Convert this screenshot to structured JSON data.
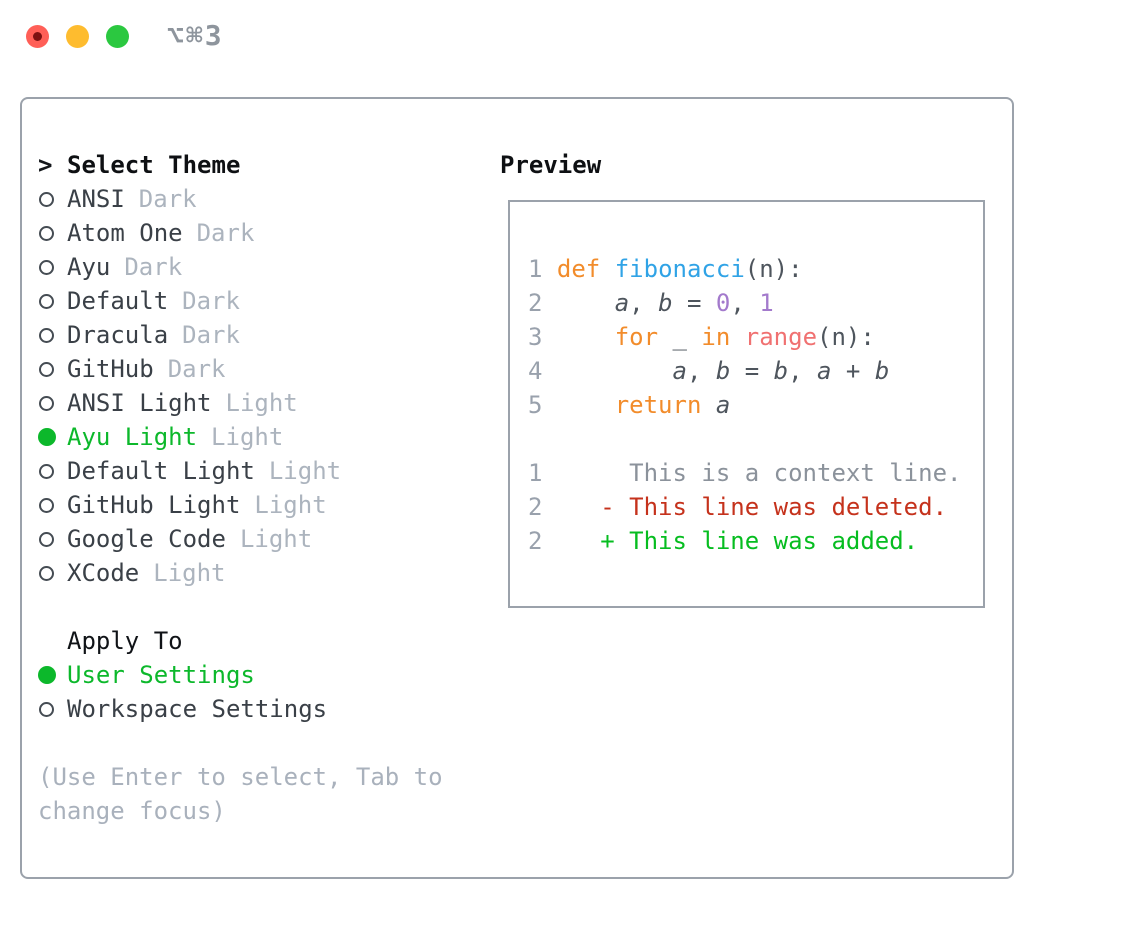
{
  "window": {
    "shortcut_label": "⌥⌘3",
    "traffic_lights": [
      {
        "name": "close-button",
        "color": "#FF5F57"
      },
      {
        "name": "minimize-button",
        "color": "#FEBC2F"
      },
      {
        "name": "zoom-button",
        "color": "#2BC840"
      }
    ]
  },
  "theme_panel": {
    "header": {
      "pointer": ">",
      "label": "Select Theme"
    },
    "themes": [
      {
        "name": "ANSI",
        "tag": "Dark",
        "selected": false
      },
      {
        "name": "Atom One",
        "tag": "Dark",
        "selected": false
      },
      {
        "name": "Ayu",
        "tag": "Dark",
        "selected": false
      },
      {
        "name": "Default",
        "tag": "Dark",
        "selected": false
      },
      {
        "name": "Dracula",
        "tag": "Dark",
        "selected": false
      },
      {
        "name": "GitHub",
        "tag": "Dark",
        "selected": false
      },
      {
        "name": "ANSI Light",
        "tag": "Light",
        "selected": false
      },
      {
        "name": "Ayu Light",
        "tag": "Light",
        "selected": true
      },
      {
        "name": "Default Light",
        "tag": "Light",
        "selected": false
      },
      {
        "name": "GitHub Light",
        "tag": "Light",
        "selected": false
      },
      {
        "name": "Google Code",
        "tag": "Light",
        "selected": false
      },
      {
        "name": "XCode",
        "tag": "Light",
        "selected": false
      }
    ],
    "apply_to": {
      "label": "Apply To",
      "options": [
        {
          "name": "User Settings",
          "selected": true
        },
        {
          "name": "Workspace Settings",
          "selected": false
        }
      ]
    },
    "hint_lines": [
      "(Use Enter to select, Tab to",
      "change focus)"
    ]
  },
  "preview": {
    "title": "Preview",
    "code_lines": [
      [
        [
          "lineno",
          "1 "
        ],
        [
          "keyword",
          "def"
        ],
        [
          "plain",
          " "
        ],
        [
          "function",
          "fibonacci"
        ],
        [
          "plain",
          "(n):"
        ]
      ],
      [
        [
          "lineno",
          "2 "
        ],
        [
          "plain",
          "    "
        ],
        [
          "variable",
          "a"
        ],
        [
          "plain",
          ", "
        ],
        [
          "variable",
          "b"
        ],
        [
          "plain",
          " = "
        ],
        [
          "number",
          "0"
        ],
        [
          "plain",
          ", "
        ],
        [
          "number",
          "1"
        ]
      ],
      [
        [
          "lineno",
          "3 "
        ],
        [
          "plain",
          "    "
        ],
        [
          "keyword",
          "for"
        ],
        [
          "plain",
          " _ "
        ],
        [
          "keyword",
          "in"
        ],
        [
          "plain",
          " "
        ],
        [
          "builtin",
          "range"
        ],
        [
          "plain",
          "(n):"
        ]
      ],
      [
        [
          "lineno",
          "4 "
        ],
        [
          "plain",
          "        "
        ],
        [
          "variable",
          "a"
        ],
        [
          "plain",
          ", "
        ],
        [
          "variable",
          "b"
        ],
        [
          "plain",
          " = "
        ],
        [
          "variable",
          "b"
        ],
        [
          "plain",
          ", "
        ],
        [
          "variable",
          "a"
        ],
        [
          "plain",
          " + "
        ],
        [
          "variable",
          "b"
        ]
      ],
      [
        [
          "lineno",
          "5 "
        ],
        [
          "plain",
          "    "
        ],
        [
          "keyword",
          "return"
        ],
        [
          "plain",
          " "
        ],
        [
          "variable",
          "a"
        ]
      ],
      [],
      [
        [
          "lineno",
          "1"
        ],
        [
          "context",
          "      This is a context line."
        ]
      ],
      [
        [
          "lineno",
          "2"
        ],
        [
          "deleted",
          "    - This line was deleted."
        ]
      ],
      [
        [
          "lineno",
          "2"
        ],
        [
          "added",
          "    + This line was added."
        ]
      ]
    ]
  },
  "colors": {
    "panel_border": "#9BA2AB",
    "selection_green": "#0CB82B",
    "item_text": "#3A4047",
    "tag_text": "#ACB4BE",
    "hint_text": "#A9B1BC",
    "syntax_keyword": "#F28C2B",
    "syntax_function": "#30A3E6",
    "syntax_number": "#A37ACC",
    "syntax_builtin": "#F07171",
    "diff_deleted": "#C5321C",
    "diff_added": "#06BD20"
  }
}
